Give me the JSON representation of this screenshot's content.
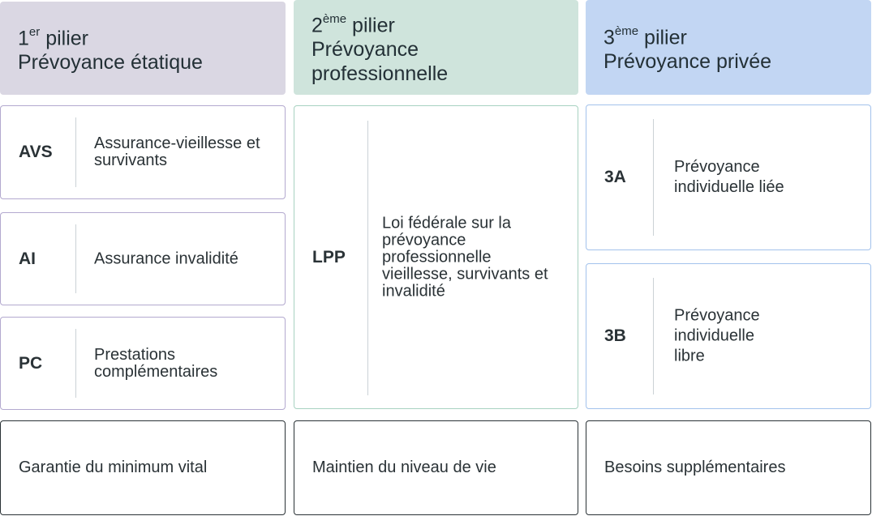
{
  "pillars": [
    {
      "header": {
        "number": "1",
        "suffix": "er",
        "word": "pilier",
        "title": "Prévoyance étatique"
      },
      "items": [
        {
          "abbr": "AVS",
          "description": "Assurance-vieillesse et survivants"
        },
        {
          "abbr": "AI",
          "description": "Assurance invalidité"
        },
        {
          "abbr": "PC",
          "description": "Prestations complémentaires"
        }
      ],
      "goal": "Garantie du minimum vital",
      "color": "#dad7e3"
    },
    {
      "header": {
        "number": "2",
        "suffix": "ème",
        "word": "pilier",
        "title": "Prévoyance professionnelle"
      },
      "items": [
        {
          "abbr": "LPP",
          "description": "Loi fédérale sur la prévoyance professionnelle vieillesse, survivants et invalidité"
        }
      ],
      "goal": "Maintien du niveau de vie",
      "color": "#cfe4dc"
    },
    {
      "header": {
        "number": "3",
        "suffix": "ème",
        "word": "pilier",
        "title": "Prévoyance privée"
      },
      "items": [
        {
          "abbr": "3A",
          "description": "Prévoyance individuelle liée"
        },
        {
          "abbr": "3B",
          "description": "Prévoyance individuelle libre"
        }
      ],
      "goal": "Besoins supplémentaires",
      "color": "#c2d6f3"
    }
  ]
}
